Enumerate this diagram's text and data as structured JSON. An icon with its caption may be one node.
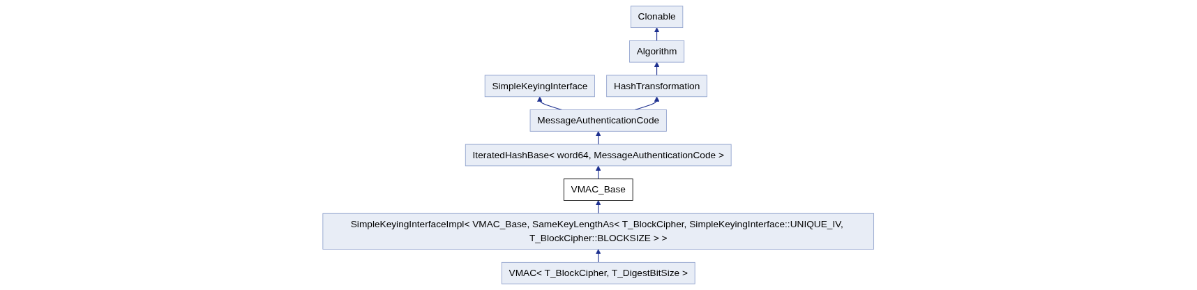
{
  "diagram": {
    "nodes": [
      {
        "text": [
          "Clonable"
        ]
      },
      {
        "text": [
          "Algorithm"
        ]
      },
      {
        "text": [
          "SimpleKeyingInterface"
        ]
      },
      {
        "text": [
          "HashTransformation"
        ]
      },
      {
        "text": [
          "MessageAuthenticationCode"
        ]
      },
      {
        "text": [
          "IteratedHashBase< word64, MessageAuthenticationCode >"
        ]
      },
      {
        "text": [
          "VMAC_Base"
        ]
      },
      {
        "text": [
          "SimpleKeyingInterfaceImpl< VMAC_Base, SameKeyLengthAs< T_BlockCipher, SimpleKeyingInterface::UNIQUE_IV, T_BlockCipher::BLOCKSIZE > >"
        ]
      },
      {
        "text": [
          "VMAC< T_BlockCipher, T_DigestBitSize >"
        ]
      }
    ],
    "edges": [
      {
        "from": 1,
        "to": 0,
        "arrow": "to"
      },
      {
        "from": 3,
        "to": 1,
        "arrow": "to"
      },
      {
        "from": 4,
        "to": 2,
        "arrow": "to"
      },
      {
        "from": 4,
        "to": 3,
        "arrow": "to"
      },
      {
        "from": 5,
        "to": 4,
        "arrow": "to"
      },
      {
        "from": 6,
        "to": 5,
        "arrow": "to"
      },
      {
        "from": 7,
        "to": 6,
        "arrow": "to"
      },
      {
        "from": 8,
        "to": 7,
        "arrow": "to"
      }
    ]
  }
}
